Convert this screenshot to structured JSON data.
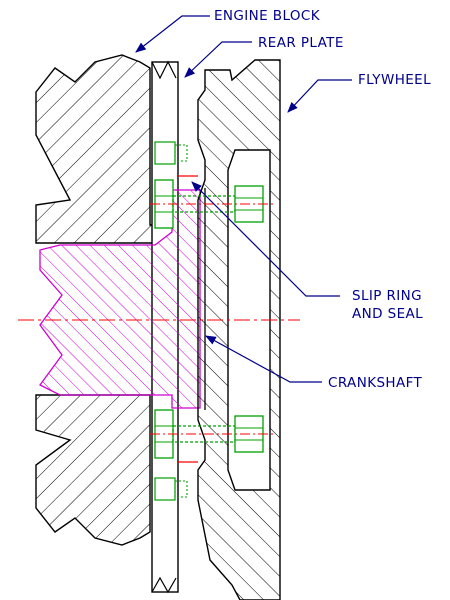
{
  "labels": {
    "engine_block": "ENGINE BLOCK",
    "rear_plate": "REAR PLATE",
    "flywheel": "FLYWHEEL",
    "slip_ring_line1": "SLIP RING",
    "slip_ring_line2": "AND SEAL",
    "crankshaft": "CRANKSHAFT"
  },
  "colors": {
    "background": "#ffffff",
    "outline": "#000000",
    "leader": "#00008b",
    "crankshaft": "#d000d0",
    "bolts": "#00a000",
    "centerline": "#ff0000"
  }
}
